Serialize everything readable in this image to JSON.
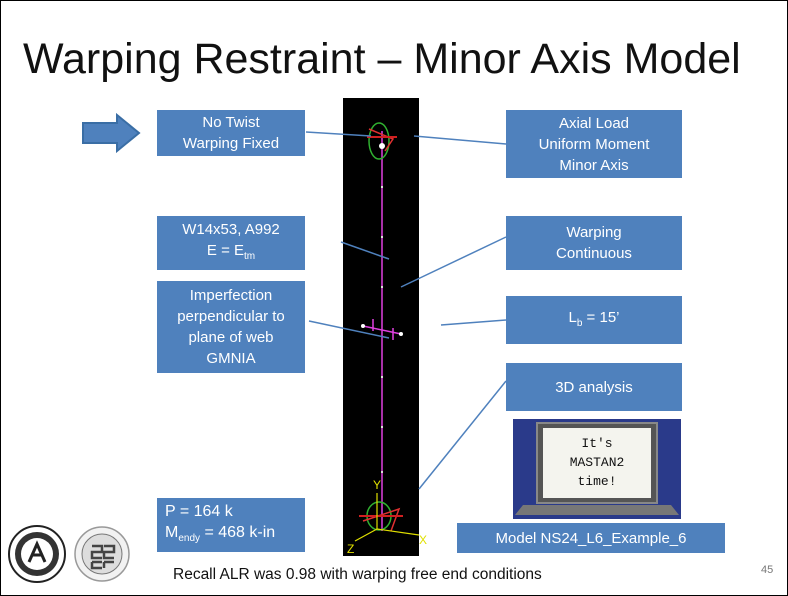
{
  "slide": {
    "title": "Warping Restraint – Minor Axis Model",
    "page_number": "45",
    "caption": "Recall ALR was 0.98 with warping free end conditions"
  },
  "boxes": {
    "no_twist": [
      "No Twist",
      "Warping Fixed"
    ],
    "axial": [
      "Axial Load",
      "Uniform Moment",
      "Minor Axis"
    ],
    "section": {
      "line1": "W14x53, A992",
      "line2_pre": "E = E",
      "line2_sub": "tm"
    },
    "warping_cont": [
      "Warping",
      "Continuous"
    ],
    "imperfection": [
      "Imperfection",
      "perpendicular to",
      "plane of web",
      "GMNIA"
    ],
    "lb": {
      "pre": "L",
      "sub": "b",
      "post": " = 15’"
    },
    "analysis": "3D analysis",
    "loads": {
      "p": "P = 164 k",
      "m_pre": "M",
      "m_sub": "endy",
      "m_post": " = 468 k-in"
    },
    "model_name": "Model NS24_L6_Example_6"
  },
  "laptop_screen": [
    "It's",
    "MASTAN2",
    "time!"
  ],
  "axes_labels": {
    "y": "Y",
    "z": "Z",
    "x": "X"
  },
  "logos": {
    "aisc": "AISC",
    "ssrc": "SSRC"
  },
  "colors": {
    "box_blue": "#4f81bd",
    "arrow_blue": "#4f81bd",
    "member_magenta": "#e040e0",
    "axis_yellow": "#e0e000",
    "model_bg": "#000000"
  },
  "icons": {
    "arrow": "right-arrow-icon"
  }
}
